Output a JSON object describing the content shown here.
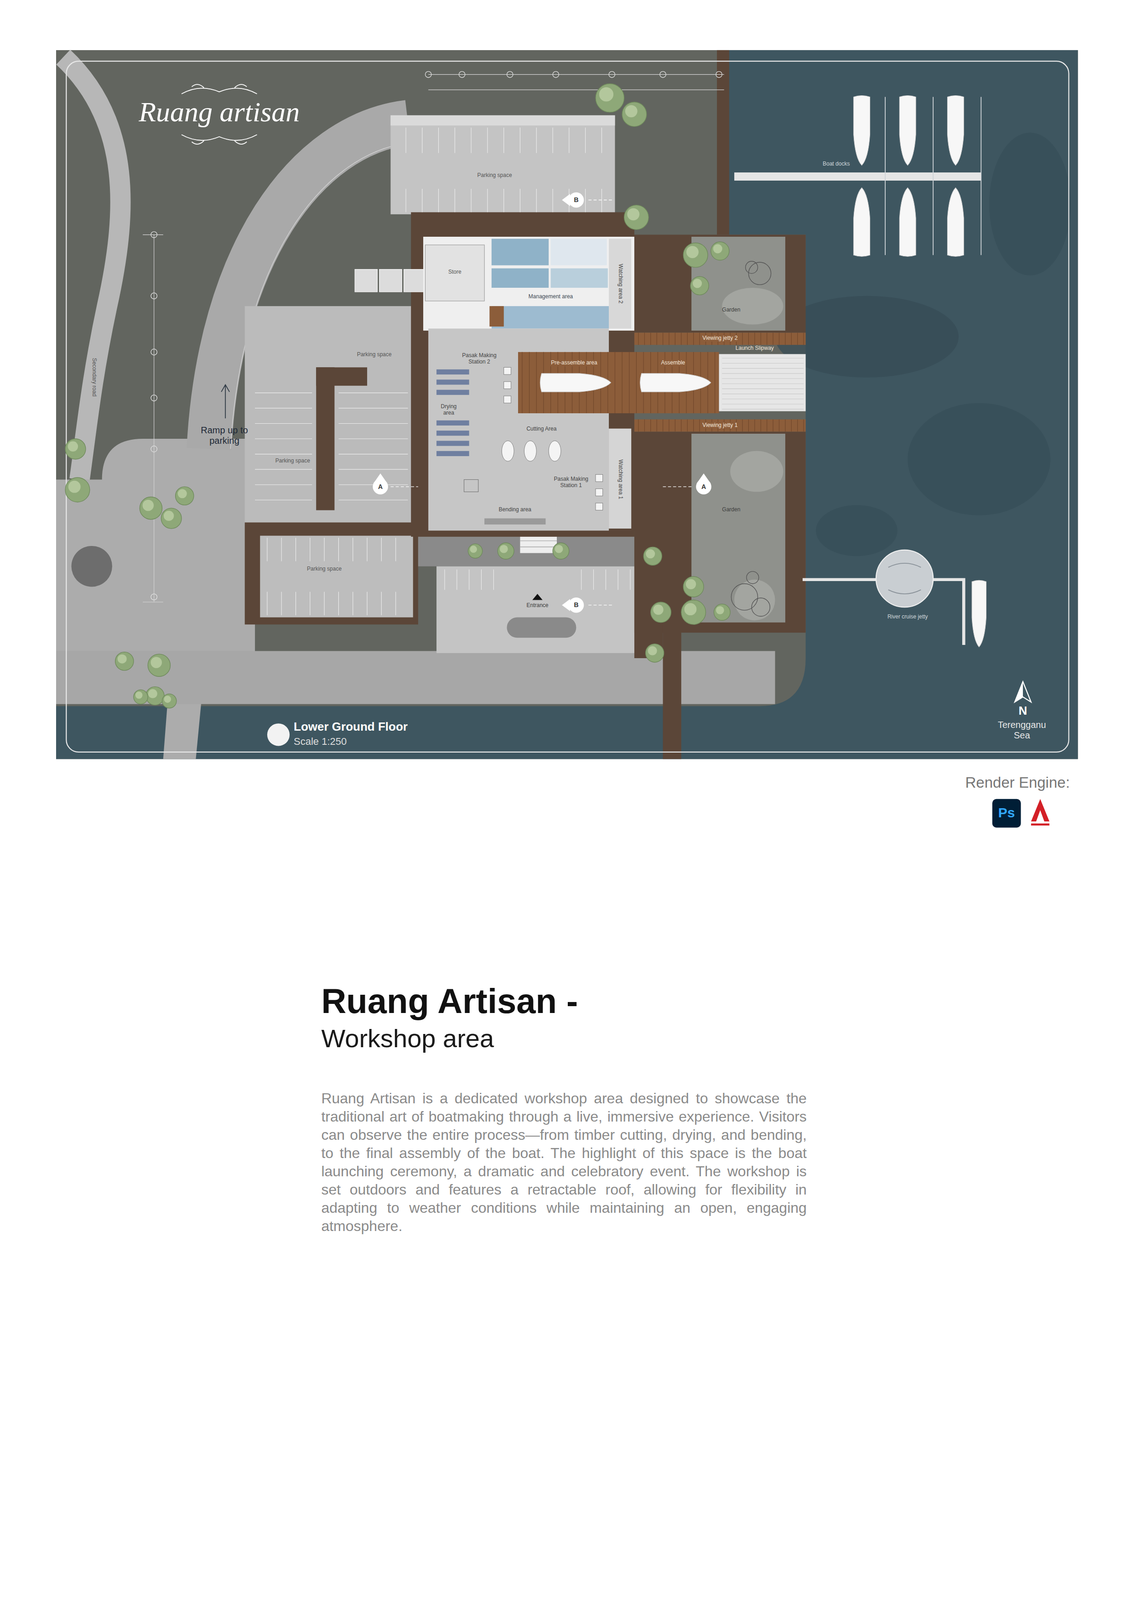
{
  "diagram": {
    "title": "Ruang Artisan -",
    "nodes": [
      {
        "text": [
          "Parking space"
        ]
      },
      {
        "text": [
          "Store"
        ]
      },
      {
        "text": [
          "Management area"
        ]
      },
      {
        "text": [
          "Pre-assemble area"
        ]
      },
      {
        "text": [
          "Assemble"
        ]
      },
      {
        "text": [
          "Launch Slipway"
        ]
      },
      {
        "text": [
          "Viewing jetty 2"
        ]
      },
      {
        "text": [
          "Viewing jetty 1"
        ]
      },
      {
        "text": [
          "Garden"
        ]
      },
      {
        "text": [
          "Garden"
        ]
      },
      {
        "text": [
          "Parking space"
        ]
      },
      {
        "text": [
          "Parking space"
        ]
      },
      {
        "text": [
          "Parking space"
        ]
      },
      {
        "text": [
          "Entrance"
        ]
      },
      {
        "text": [
          "Boat docks"
        ]
      },
      {
        "text": [
          "River cruise jetty"
        ]
      }
    ],
    "labels": [
      "Workshop area",
      "Ruang Artisan is a dedicated workshop area designed to showcase the traditional art of boatmaking through a live, immersive experience. Visitors can observe the entire process—from timber cutting, drying, and bending, to the final assembly of the boat. The highlight of this space is the boat launching ceremony, a dramatic and celebratory event. The workshop is set outdoors and features a retractable roof, allowing for flexibility in adapting to weather conditions while maintaining an open, engaging atmosphere.",
      "Ruang artisan",
      "Watching area 2",
      "Pasak Making Station 2",
      "Drying area",
      "Cutting Area",
      "Pasak Making Station 1",
      "Bending area",
      "Watching area 1",
      "Ramp up to parking",
      "Secondary road",
      "B",
      "A",
      "A",
      "B",
      "N",
      "Terengganu Sea",
      "Lower Ground Floor",
      "Scale 1:250",
      "Render Engine:",
      "Ps"
    ]
  }
}
